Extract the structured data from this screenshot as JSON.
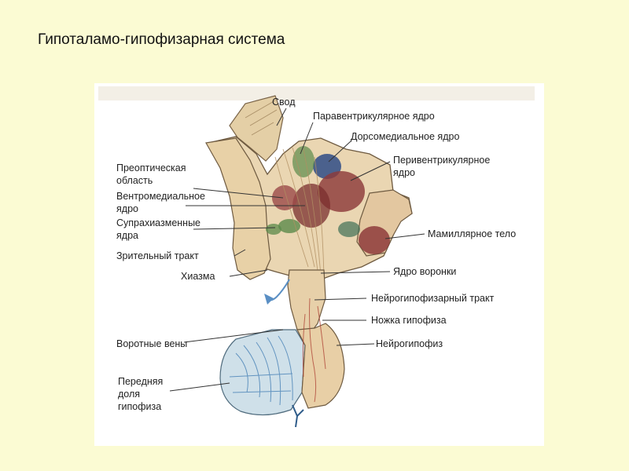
{
  "slide": {
    "title": "Гипоталамо-гипофизарная система"
  },
  "labels": {
    "svod": "Свод",
    "paraventricular": "Паравентрикулярное ядро",
    "dorsomedial": "Дорсомедиальное ядро",
    "periventricular_1": "Перивентрикулярное",
    "periventricular_2": "ядро",
    "preoptic_1": "Преоптическая",
    "preoptic_2": "область",
    "ventromedial_1": "Вентромедиальное",
    "ventromedial_2": "ядро",
    "suprachiasmatic_1": "Супрахиазменные",
    "suprachiasmatic_2": "ядра",
    "optic_tract": "Зрительный тракт",
    "chiasm": "Хиазма",
    "mammillary": "Мамиллярное тело",
    "infundibular": "Ядро воронки",
    "neurohypophyseal_tract": "Нейрогипофизарный тракт",
    "stalk": "Ножка гипофиза",
    "portal_veins": "Воротные вены",
    "neurohypophysis": "Нейрогипофиз",
    "anterior_1": "Передняя",
    "anterior_2": "доля",
    "anterior_3": "гипофиза"
  },
  "colors": {
    "background": "#fbfbd3",
    "panel": "#ffffff",
    "tissue": "#e9d3ad",
    "tissue_dark": "#c9a67a",
    "nucleus_red": "#8e3b3b",
    "nucleus_blue": "#2f4c86",
    "nucleus_green": "#5b8a4a",
    "vessel_blue": "#5a8fc4",
    "vessel_red": "#b0473a"
  }
}
